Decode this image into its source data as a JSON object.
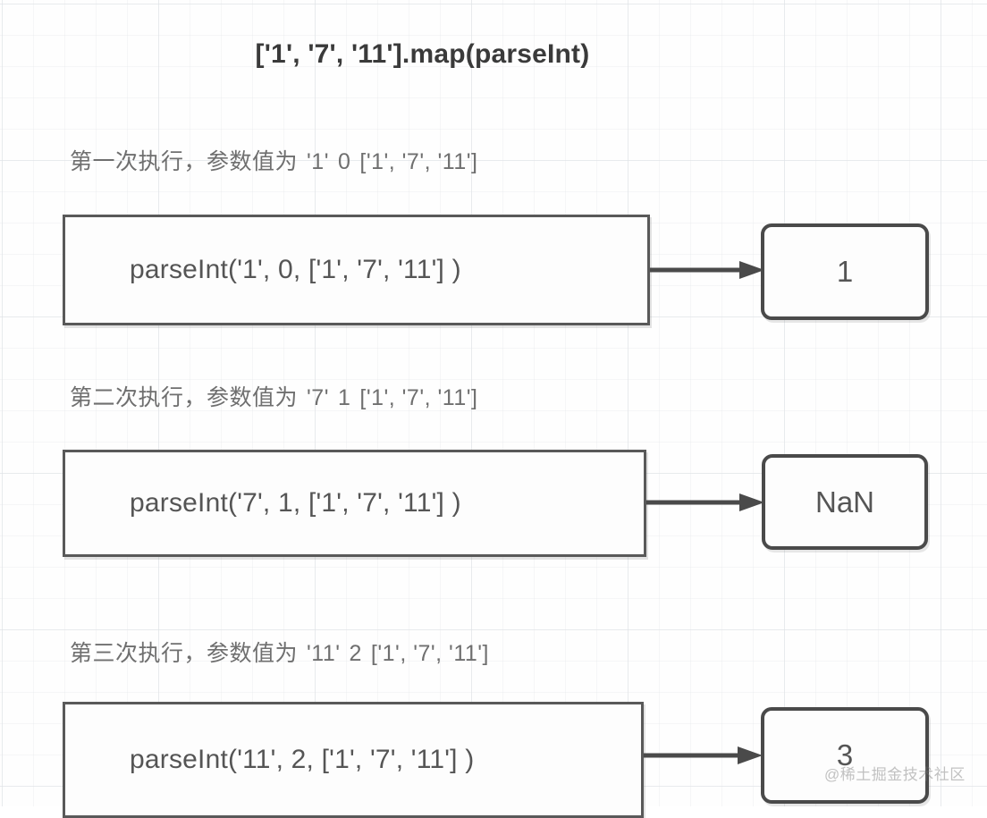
{
  "title": "['1', '7', '11'].map(parseInt)",
  "steps": [
    {
      "caption_prefix": "第一次执行，参数值为",
      "caption_value": "'1'",
      "caption_index": "0",
      "caption_array": "['1', '7', '11']",
      "call": "parseInt('1', 0, ['1', '7', '11'] )",
      "result": "1",
      "arrow_icon": "arrow-right-icon"
    },
    {
      "caption_prefix": "第二次执行，参数值为",
      "caption_value": "'7'",
      "caption_index": "1",
      "caption_array": "['1', '7', '11']",
      "call": "parseInt('7', 1, ['1', '7', '11'] )",
      "result": "NaN",
      "arrow_icon": "arrow-right-icon"
    },
    {
      "caption_prefix": "第三次执行，参数值为",
      "caption_value": "'11'",
      "caption_index": "2",
      "caption_array": "['1', '7', '11']",
      "call": "parseInt('11', 2, ['1', '7', '11'] )",
      "result": "3",
      "arrow_icon": "arrow-right-icon"
    }
  ],
  "watermark": "@稀土掘金技术社区",
  "colors": {
    "box_border": "#595959",
    "result_border": "#4a4a4a",
    "text": "#555555",
    "caption_text": "#6f6f6f",
    "title_text": "#3a3a3a",
    "grid_line": "#c8cdd4",
    "background": "#fdfdfd"
  }
}
